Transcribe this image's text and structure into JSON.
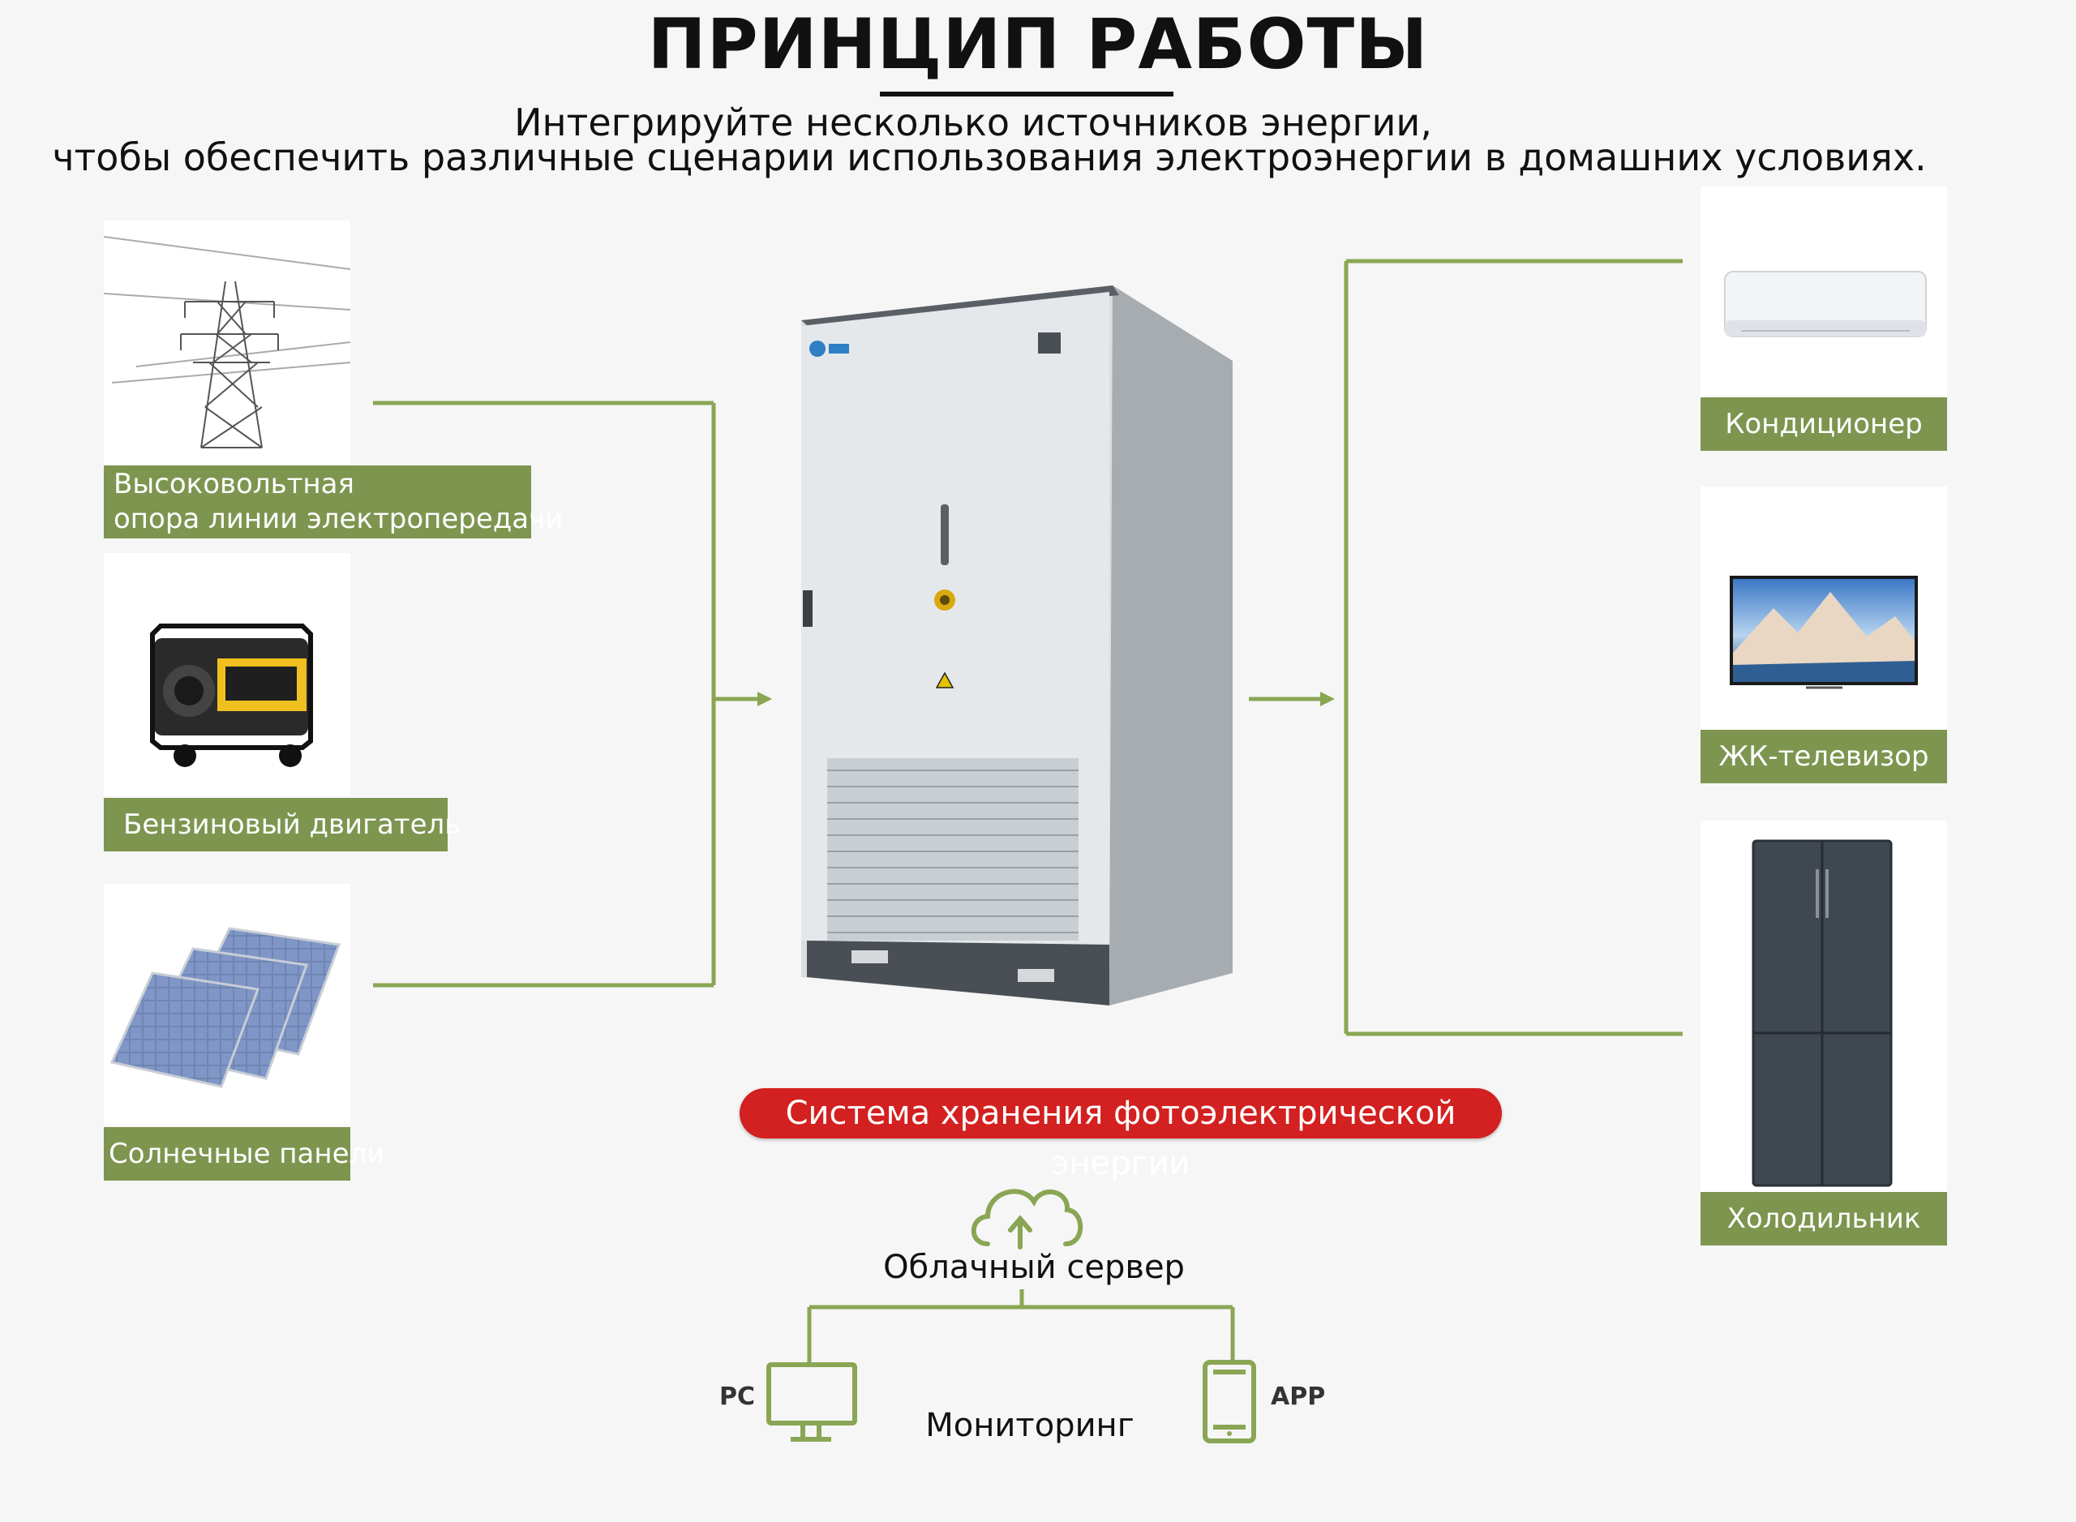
{
  "header": {
    "title": "ПРИНЦИП РАБОТЫ",
    "subtitle_line1": "Интегрируйте несколько источников энергии,",
    "subtitle_line2": "чтобы обеспечить различные сценарии использования электроэнергии в домашних условиях."
  },
  "sources": [
    {
      "label_line1": "Высоковольтная",
      "label_line2": "опора линии электропередачи",
      "icon": "power-tower-icon"
    },
    {
      "label": "Бензиновый двигатель",
      "icon": "generator-icon"
    },
    {
      "label": "Солнечные панели",
      "icon": "solar-panels-icon"
    }
  ],
  "system": {
    "label": "Система хранения фотоэлектрической энергии",
    "badge_color": "#d32020"
  },
  "loads": [
    {
      "label": "Кондиционер",
      "icon": "air-conditioner-icon"
    },
    {
      "label": "ЖК-телевизор",
      "icon": "tv-icon"
    },
    {
      "label": "Холодильник",
      "icon": "refrigerator-icon"
    }
  ],
  "monitoring": {
    "cloud_label": "Облачный сервер",
    "monitor_label": "Мониторинг",
    "pc_label": "PC",
    "app_label": "APP"
  },
  "colors": {
    "accent_green": "#7e9550",
    "line_green": "#8aa654",
    "background": "#f6f6f6"
  }
}
